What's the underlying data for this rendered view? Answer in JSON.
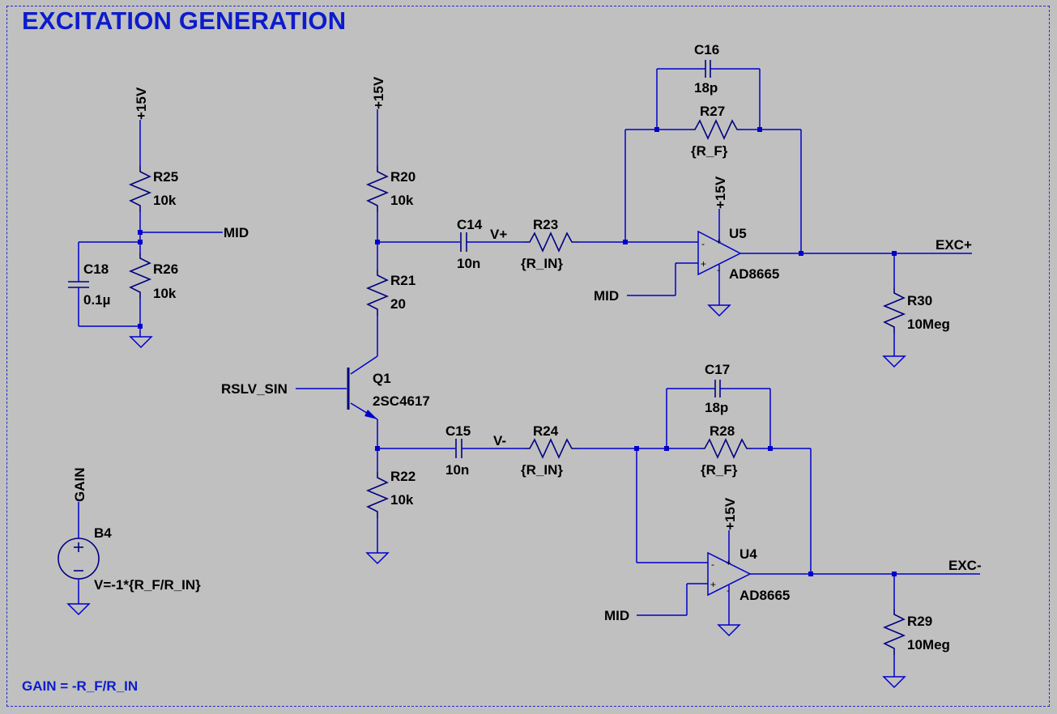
{
  "title": "EXCITATION GENERATION",
  "note": "GAIN = -R_F/R_IN",
  "supply": {
    "r25": "+15V",
    "r20": "+15V",
    "u5": "+15V",
    "u4": "+15V"
  },
  "nets": {
    "mid_out": "MID",
    "mid_u5": "MID",
    "mid_u4": "MID",
    "gain": "GAIN",
    "rslv_sin": "RSLV_SIN",
    "v_plus": "V+",
    "v_minus": "V-",
    "exc_plus": "EXC+",
    "exc_minus": "EXC-"
  },
  "components": {
    "R25": {
      "name": "R25",
      "value": "10k"
    },
    "R26": {
      "name": "R26",
      "value": "10k"
    },
    "C18": {
      "name": "C18",
      "value": "0.1µ"
    },
    "R20": {
      "name": "R20",
      "value": "10k"
    },
    "R21": {
      "name": "R21",
      "value": "20"
    },
    "R22": {
      "name": "R22",
      "value": "10k"
    },
    "Q1": {
      "name": "Q1",
      "value": "2SC4617"
    },
    "C14": {
      "name": "C14",
      "value": "10n"
    },
    "C15": {
      "name": "C15",
      "value": "10n"
    },
    "R23": {
      "name": "R23",
      "value": "{R_IN}"
    },
    "R24": {
      "name": "R24",
      "value": "{R_IN}"
    },
    "C16": {
      "name": "C16",
      "value": "18p"
    },
    "C17": {
      "name": "C17",
      "value": "18p"
    },
    "R27": {
      "name": "R27",
      "value": "{R_F}"
    },
    "R28": {
      "name": "R28",
      "value": "{R_F}"
    },
    "U5": {
      "name": "U5",
      "value": "AD8665"
    },
    "U4": {
      "name": "U4",
      "value": "AD8665"
    },
    "R30": {
      "name": "R30",
      "value": "10Meg"
    },
    "R29": {
      "name": "R29",
      "value": "10Meg"
    },
    "B4": {
      "name": "B4",
      "value": "V=-1*{R_F/R_IN}"
    }
  },
  "opamp_pins": {
    "minus": "-",
    "plus": "+"
  },
  "colors": {
    "background": "#c0c0c0",
    "wire": "#0000cc",
    "title": "#0c1ccc"
  }
}
